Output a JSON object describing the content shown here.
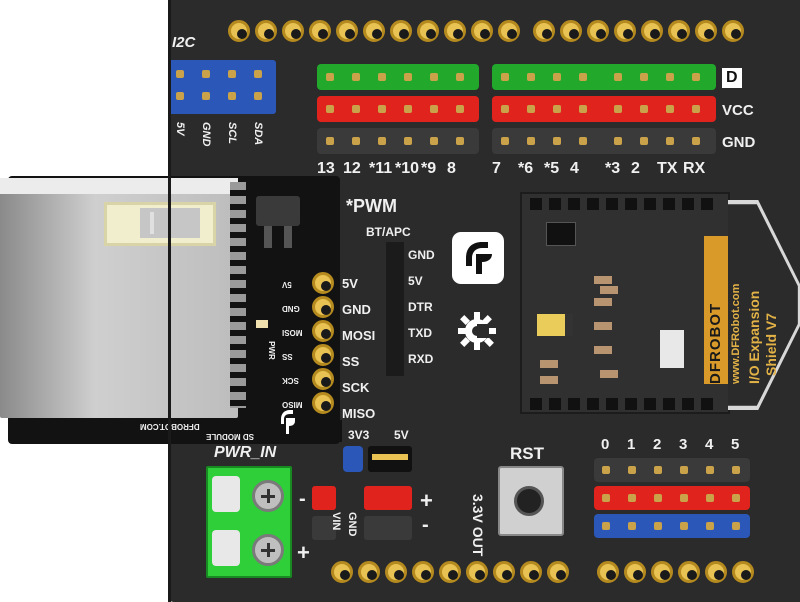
{
  "board": {
    "i2c_label": "I2C",
    "i2c_pins": [
      "5V",
      "GND",
      "SCL",
      "SDA"
    ],
    "top_row_labels": [
      "D",
      "VCC",
      "GND"
    ],
    "digital_pins": [
      "13",
      "12",
      "*11",
      "*10",
      "*9",
      "8",
      "7",
      "*6",
      "*5",
      "4",
      "*3",
      "2",
      "TX",
      "RX"
    ],
    "pwm_label": "*PWM",
    "bt_label": "BT/APC",
    "bt_pins": [
      "GND",
      "5V",
      "DTR",
      "TXD",
      "RXD"
    ],
    "spi_pins": [
      "5V",
      "GND",
      "MOSI",
      "SS",
      "SCK",
      "MISO"
    ],
    "sd_silk": [
      "5V",
      "GND",
      "MOSI",
      "SS",
      "SCK",
      "MISO"
    ],
    "sd_pwr": "PWR",
    "sd_module_text": "SD MODULE",
    "sd_brand_text": "DFROBOT.COM",
    "v3v3": "3V3",
    "v5v": "5V",
    "pwr_in": "PWR_IN",
    "vin": "VIN",
    "gnd": "GND",
    "out_label": "3.3V OUT",
    "rst": "RST",
    "analog_pins": [
      "0",
      "1",
      "2",
      "3",
      "4",
      "5"
    ],
    "brand": "DFROBOT",
    "website": "www.DFRobot.com",
    "product": "I/O Expansion",
    "version": "Shield V7",
    "plus": "+",
    "minus": "-"
  },
  "colors": {
    "board": "#2b2b2b",
    "green": "#22a82a",
    "red": "#e0231c",
    "black_hdr": "#3a3a3a",
    "blue": "#2a57b8",
    "gold": "#e8c252",
    "terminal": "#2fcf3a"
  }
}
